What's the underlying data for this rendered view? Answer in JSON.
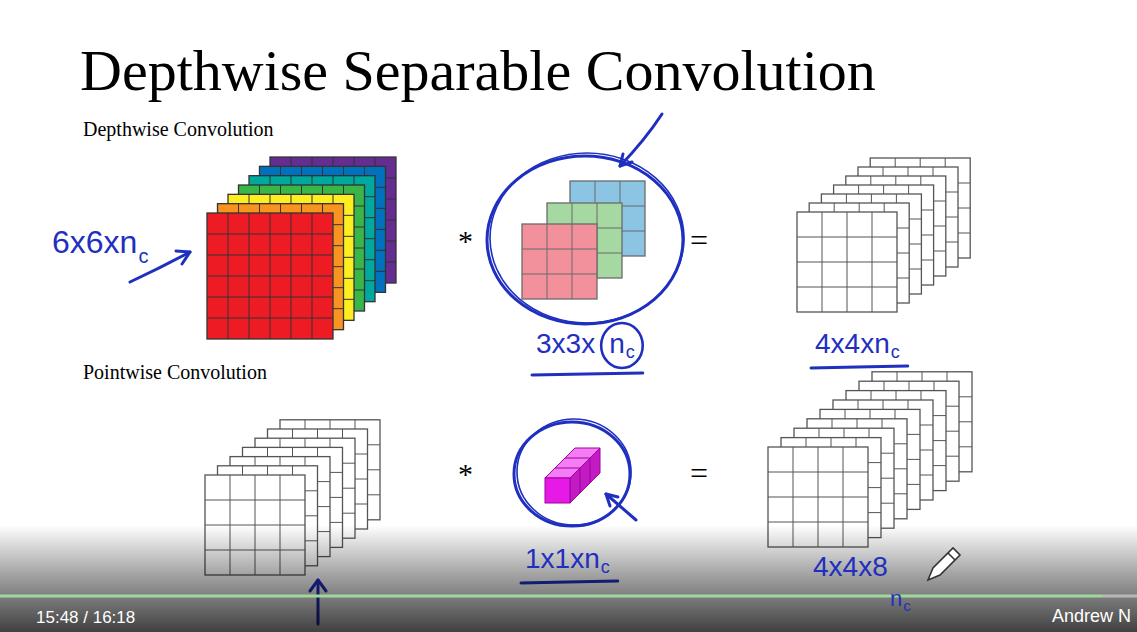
{
  "diagram": {
    "title": "Depthwise Separable Convolution",
    "labels": [
      "Depthwise Convolution",
      "Pointwise Convolution",
      "6x6xn",
      "c",
      "*",
      "=",
      "3x3x",
      "n",
      "c",
      "4x4xn",
      "c",
      "*",
      "=",
      "1x1xn",
      "c",
      "4x4x8",
      "n",
      "c",
      "15:48 / 16:18",
      "Andrew N"
    ]
  }
}
